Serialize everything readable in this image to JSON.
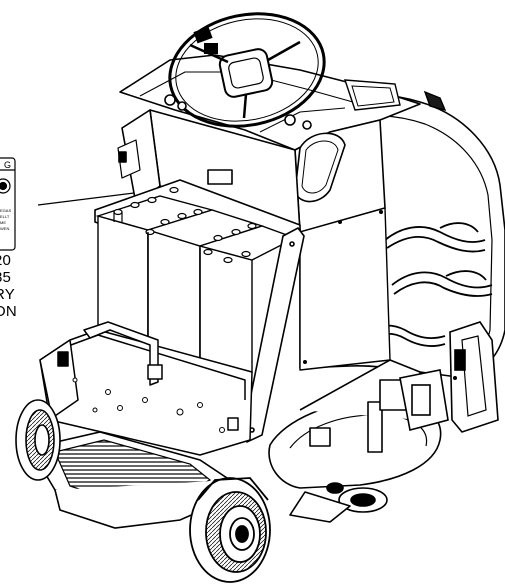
{
  "callout": {
    "lines": [
      "20",
      "85",
      "RY",
      "ON"
    ]
  },
  "decal": {
    "label_top": "G",
    "label_mid": "EGAS\nELLT\nME\nWEN"
  },
  "colors": {
    "ink": "#000000",
    "paper": "#ffffff",
    "shade": "#d9d9d9",
    "dark": "#1a1a1a"
  }
}
